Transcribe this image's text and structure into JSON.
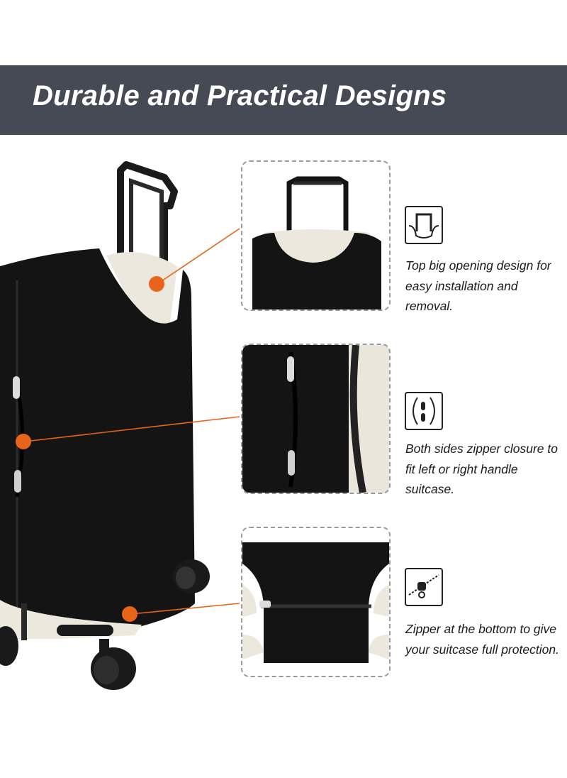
{
  "banner": {
    "title": "Durable and Practical Designs"
  },
  "features": [
    {
      "icon": "handle-opening-icon",
      "caption": "Top big opening design for easy installation and removal."
    },
    {
      "icon": "side-zipper-icon",
      "caption": "Both sides zipper closure to fit left or right handle suitcase."
    },
    {
      "icon": "bottom-zipper-icon",
      "caption": "Zipper at the bottom to give your suitcase full protection."
    }
  ],
  "colors": {
    "banner": "#464a55",
    "accent": "#e8641b",
    "cover": "#141414",
    "shell": "#ece8de"
  }
}
